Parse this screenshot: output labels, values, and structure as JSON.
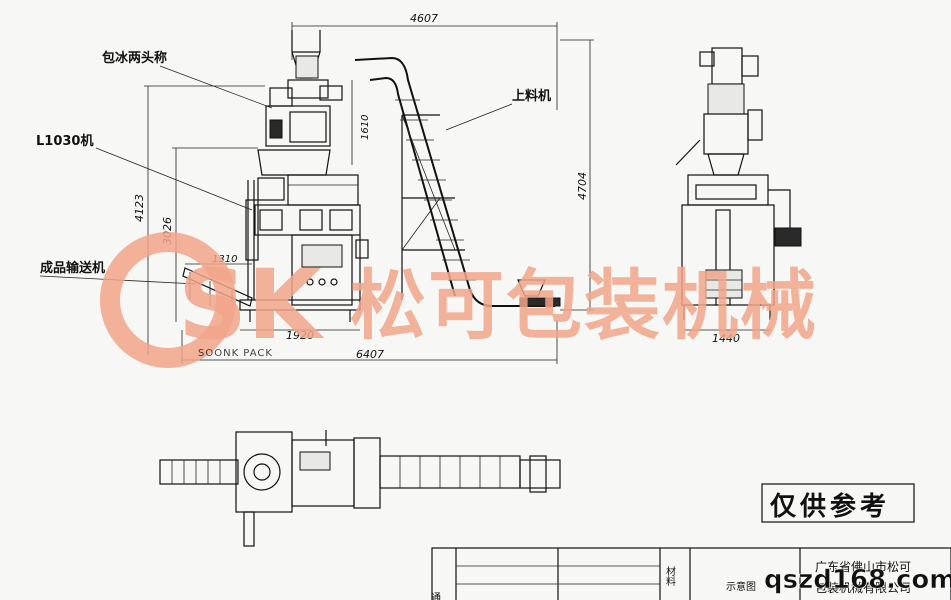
{
  "labels": {
    "ice_weigher": "包冰两头称",
    "machine_model": "L1030机",
    "product_conveyor": "成品输送机",
    "elevator": "上料机",
    "reference_stamp": "仅供参考"
  },
  "dimensions": {
    "top_width": "4607",
    "total_height": "4704",
    "weigher_height": "1610",
    "left_height": "4123",
    "machine_height": "3026",
    "conveyor_len": "1310",
    "machine_width": "1920",
    "total_width": "6407",
    "side_width": "1440"
  },
  "title_block": {
    "general": "通用",
    "material": "材料",
    "diagram": "示意图",
    "company_line1": "广东省佛山市松可",
    "company_line2": "包装机械有限公司"
  },
  "watermarks": {
    "brand_text": "松可包装机械",
    "brand_letters": "SK",
    "brand_sub": "SOONK PACK",
    "site": "qszd168.com"
  },
  "colors": {
    "watermark": "#f2a58a",
    "line": "#111111",
    "paper": "#f7f7f5"
  }
}
